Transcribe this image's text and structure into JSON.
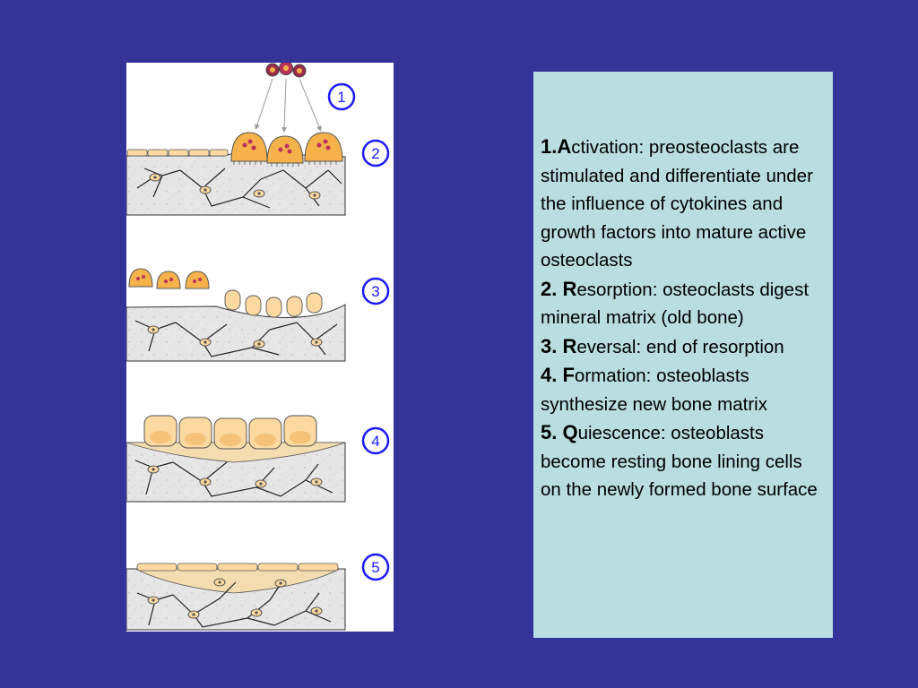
{
  "figure": {
    "stage_markers": [
      "1",
      "2",
      "3",
      "4",
      "5"
    ]
  },
  "steps": [
    {
      "num": "1.",
      "initial": "A",
      "rest": "ctivation: preosteoclasts are stimulated and differentiate under the influence of cytokines and growth factors into mature active osteoclasts"
    },
    {
      "num": "2. ",
      "initial": "R",
      "rest": "esorption: osteoclasts digest mineral matrix (old bone)"
    },
    {
      "num": "3. ",
      "initial": "R",
      "rest": "eversal: end of resorption"
    },
    {
      "num": "4. ",
      "initial": "F",
      "rest": "ormation: osteoblasts synthesize new bone matrix"
    },
    {
      "num": "5. ",
      "initial": "Q",
      "rest": "uiescence: osteoblasts become resting bone lining cells on the newly formed bone surface"
    }
  ],
  "colors": {
    "background": "#333399",
    "text_panel": "#b9dde0",
    "marker": "#1a1aff",
    "osteoclast": "#f5b24a",
    "osteoblast": "#fcd9a0",
    "new_bone": "#f3ddb0",
    "bone": "#e6e6e6"
  }
}
